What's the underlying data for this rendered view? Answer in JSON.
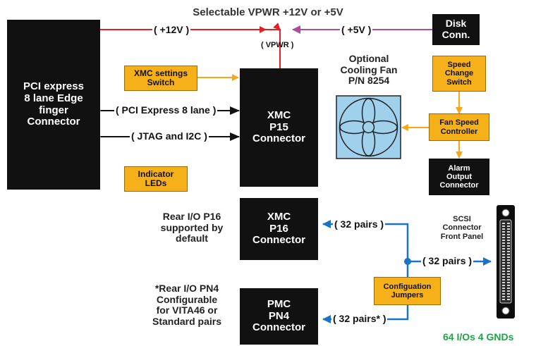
{
  "title": "Selectable VPWR +12V or +5V",
  "blocks": {
    "pci_edge": [
      "PCI express",
      "8 lane Edge",
      "finger",
      "Connector"
    ],
    "disk": [
      "Disk",
      "Conn."
    ],
    "xmc_p15": [
      "XMC",
      "P15",
      "Connector"
    ],
    "xmc_p16": [
      "XMC",
      "P16",
      "Connector"
    ],
    "pmc_pn4": [
      "PMC",
      "PN4",
      "Connector"
    ],
    "alarm": [
      "Alarm",
      "Output",
      "Connector"
    ]
  },
  "orange_boxes": {
    "xmc_settings": [
      "XMC settings",
      "Switch"
    ],
    "indicator": [
      "Indicator",
      "LEDs"
    ],
    "speed_change": [
      "Speed",
      "Change",
      "Switch"
    ],
    "fan_speed": [
      "Fan Speed",
      "Controller"
    ],
    "config_jumpers": [
      "Configuation",
      "Jumpers"
    ]
  },
  "link_labels": {
    "v12": "( +12V )",
    "v5": "( +5V )",
    "vpwr": "( VPWR )",
    "pcie": "( PCI Express 8 lane )",
    "jtag": "( JTAG and I2C )",
    "p16_pairs": "( 32 pairs )",
    "scsi_pairs": "( 32 pairs )",
    "pn4_pairs": "( 32 pairs* )"
  },
  "text": {
    "fan_caption": [
      "Optional",
      "Cooling Fan",
      "P/N 8254"
    ],
    "rear_p16": [
      "Rear I/O P16",
      "supported by",
      "default"
    ],
    "rear_pn4": [
      "*Rear I/O PN4",
      "Configurable",
      "for VITA46 or",
      "Standard pairs"
    ],
    "scsi_caption": [
      "SCSI",
      "Connector",
      "Front Panel"
    ],
    "ios_note": "64 I/Os 4 GNDs"
  },
  "colors": {
    "block": "#111111",
    "orange": "#f6b11a",
    "red_line": "#e01f26",
    "purple_line": "#b04a9c",
    "blue_line": "#1a73c7",
    "fan_fill": "#9fd0ec",
    "note_green": "#1fa34a"
  }
}
